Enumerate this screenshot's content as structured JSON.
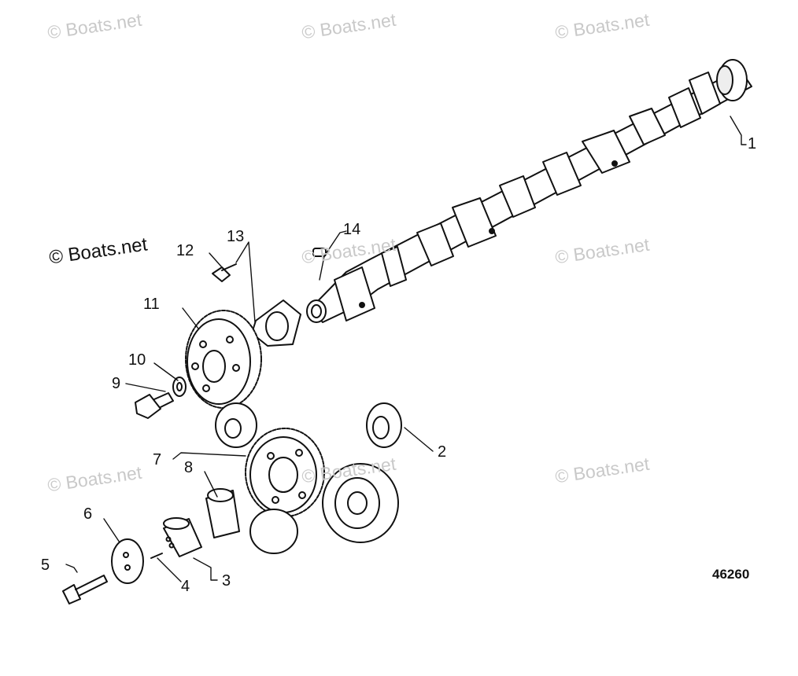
{
  "watermark": "© Boats.net",
  "reference_number": "46260",
  "callouts": [
    "1",
    "2",
    "3",
    "4",
    "5",
    "6",
    "7",
    "8",
    "9",
    "10",
    "11",
    "12",
    "13",
    "14"
  ]
}
